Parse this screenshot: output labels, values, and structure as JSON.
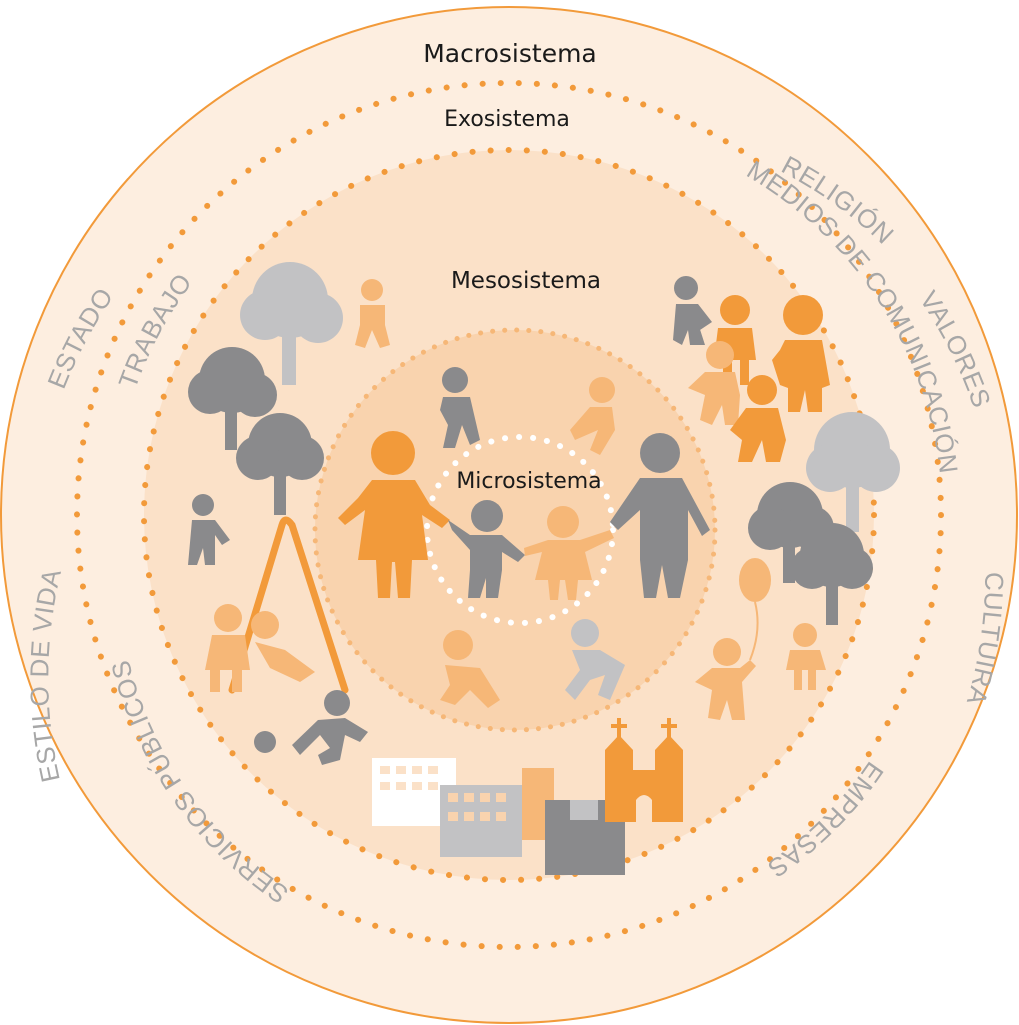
{
  "colors": {
    "outer_fill": "#fdeee0",
    "outer_stroke": "#f29a3a",
    "exo_fill": "#fbe1c8",
    "meso_fill": "#f9d3ae",
    "dots": "#f29a3a",
    "micro_dots": "#ffffff",
    "orange": "#f29a3a",
    "light_orange": "#f6b777",
    "gray": "#8a8a8c",
    "light_gray": "#c2c2c4",
    "label_gray": "#a7a7a7"
  },
  "titles": {
    "macro": "Macrosistema",
    "exo": "Exosistema",
    "meso": "Mesosistema",
    "micro": "Microsistema"
  },
  "macro_labels": {
    "religion": "RELIGIÓN",
    "valores": "VALORES",
    "cultura": "CULTUIRA",
    "estilo": "ESTILO DE VIDA",
    "estado": "ESTADO"
  },
  "exo_labels": {
    "medios": "MEDIOS DE COMUNICACIÓN",
    "empresas": "EMPRESAS",
    "servicios": "SERVICIOS PÚBLICOS",
    "trabajo": "TRABAJO"
  },
  "icons": {
    "family": "family-holding-hands-icon",
    "trees": "tree-icon",
    "swing": "swing-icon",
    "buildings": "buildings-icon",
    "church": "church-icon",
    "balloon": "balloon-icon",
    "ball": "ball-icon"
  }
}
